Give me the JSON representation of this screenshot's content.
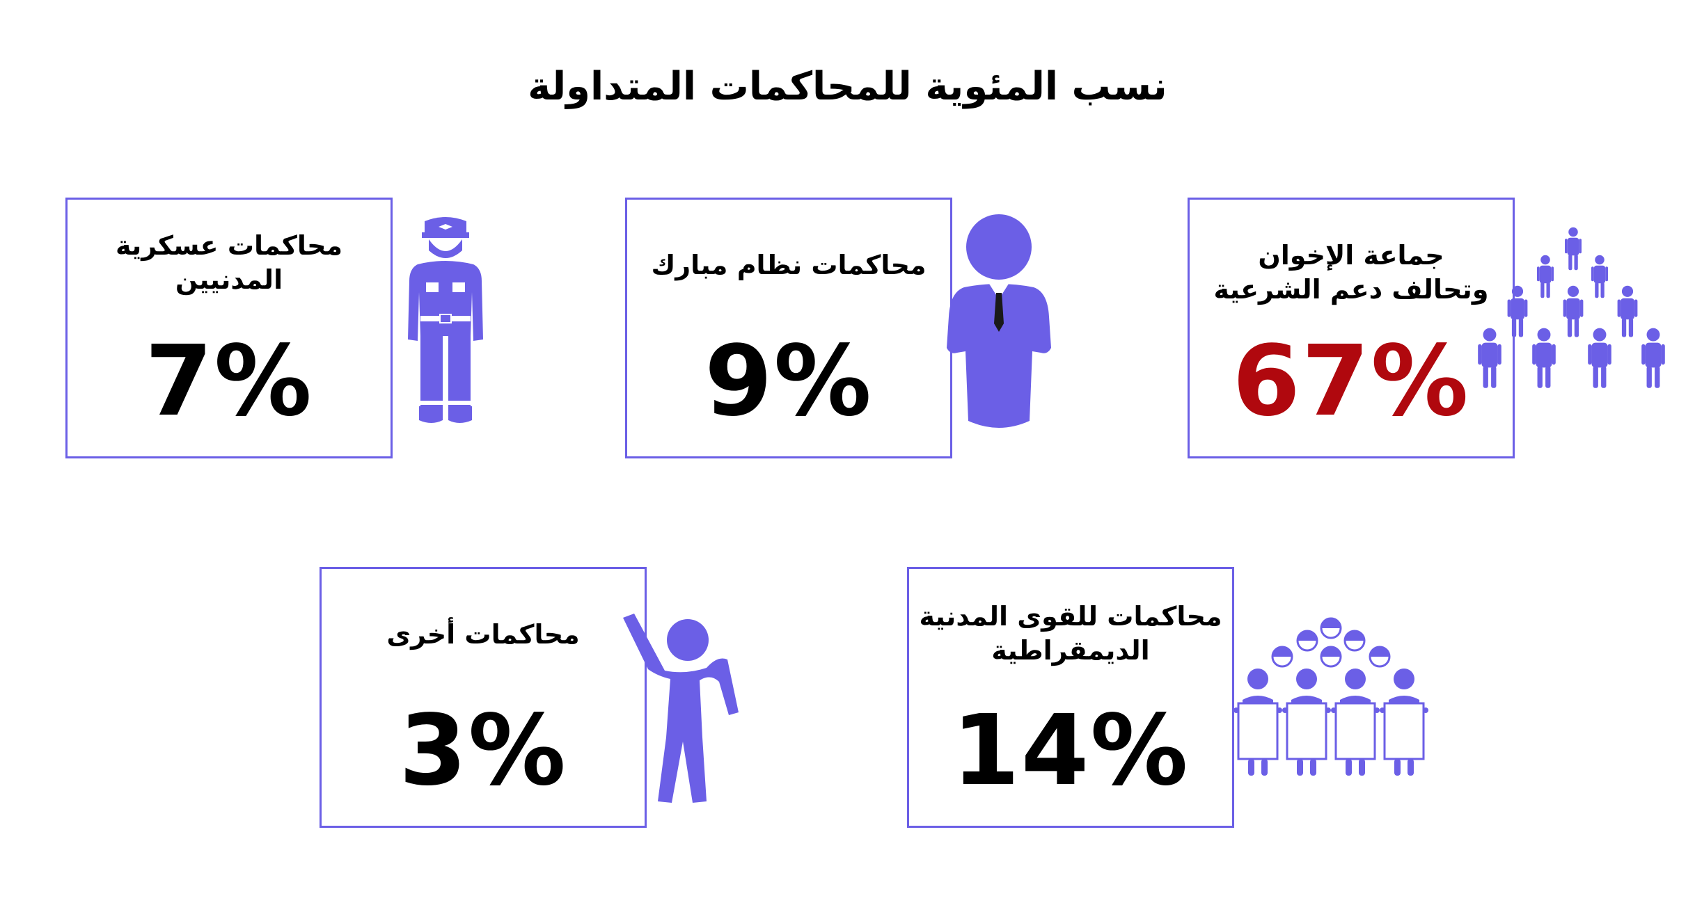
{
  "title": "نسب المئوية للمحاكمات المتداولة",
  "colors": {
    "accent": "#6b5fe6",
    "highlight": "#b0080e",
    "text": "#000000"
  },
  "chart_data": {
    "type": "table",
    "title": "نسب المئوية للمحاكمات المتداولة",
    "categories": [
      "جماعة الإخوان وتحالف دعم الشرعية",
      "محاكمات نظام مبارك",
      "محاكمات عسكرية المدنيين",
      "محاكمات للقوى المدنية الديمقراطية",
      "محاكمات أخرى"
    ],
    "values": [
      67,
      9,
      7,
      14,
      3
    ],
    "unit": "%",
    "items": [
      {
        "label_lines": [
          "جماعة الإخوان",
          "وتحالف دعم الشرعية"
        ],
        "value": 67,
        "display": "67%",
        "highlight": true,
        "icon": "crowd-icon"
      },
      {
        "label_lines": [
          "محاكمات نظام مبارك"
        ],
        "value": 9,
        "display": "9%",
        "highlight": false,
        "icon": "businessman-icon"
      },
      {
        "label_lines": [
          "محاكمات عسكرية",
          "المدنيين"
        ],
        "value": 7,
        "display": "7%",
        "highlight": false,
        "icon": "soldier-icon"
      },
      {
        "label_lines": [
          "محاكمات للقوى المدنية",
          "الديمقراطية"
        ],
        "value": 14,
        "display": "14%",
        "highlight": false,
        "icon": "protesters-icon"
      },
      {
        "label_lines": [
          "محاكمات أخرى"
        ],
        "value": 3,
        "display": "3%",
        "highlight": false,
        "icon": "waving-person-icon"
      }
    ]
  }
}
